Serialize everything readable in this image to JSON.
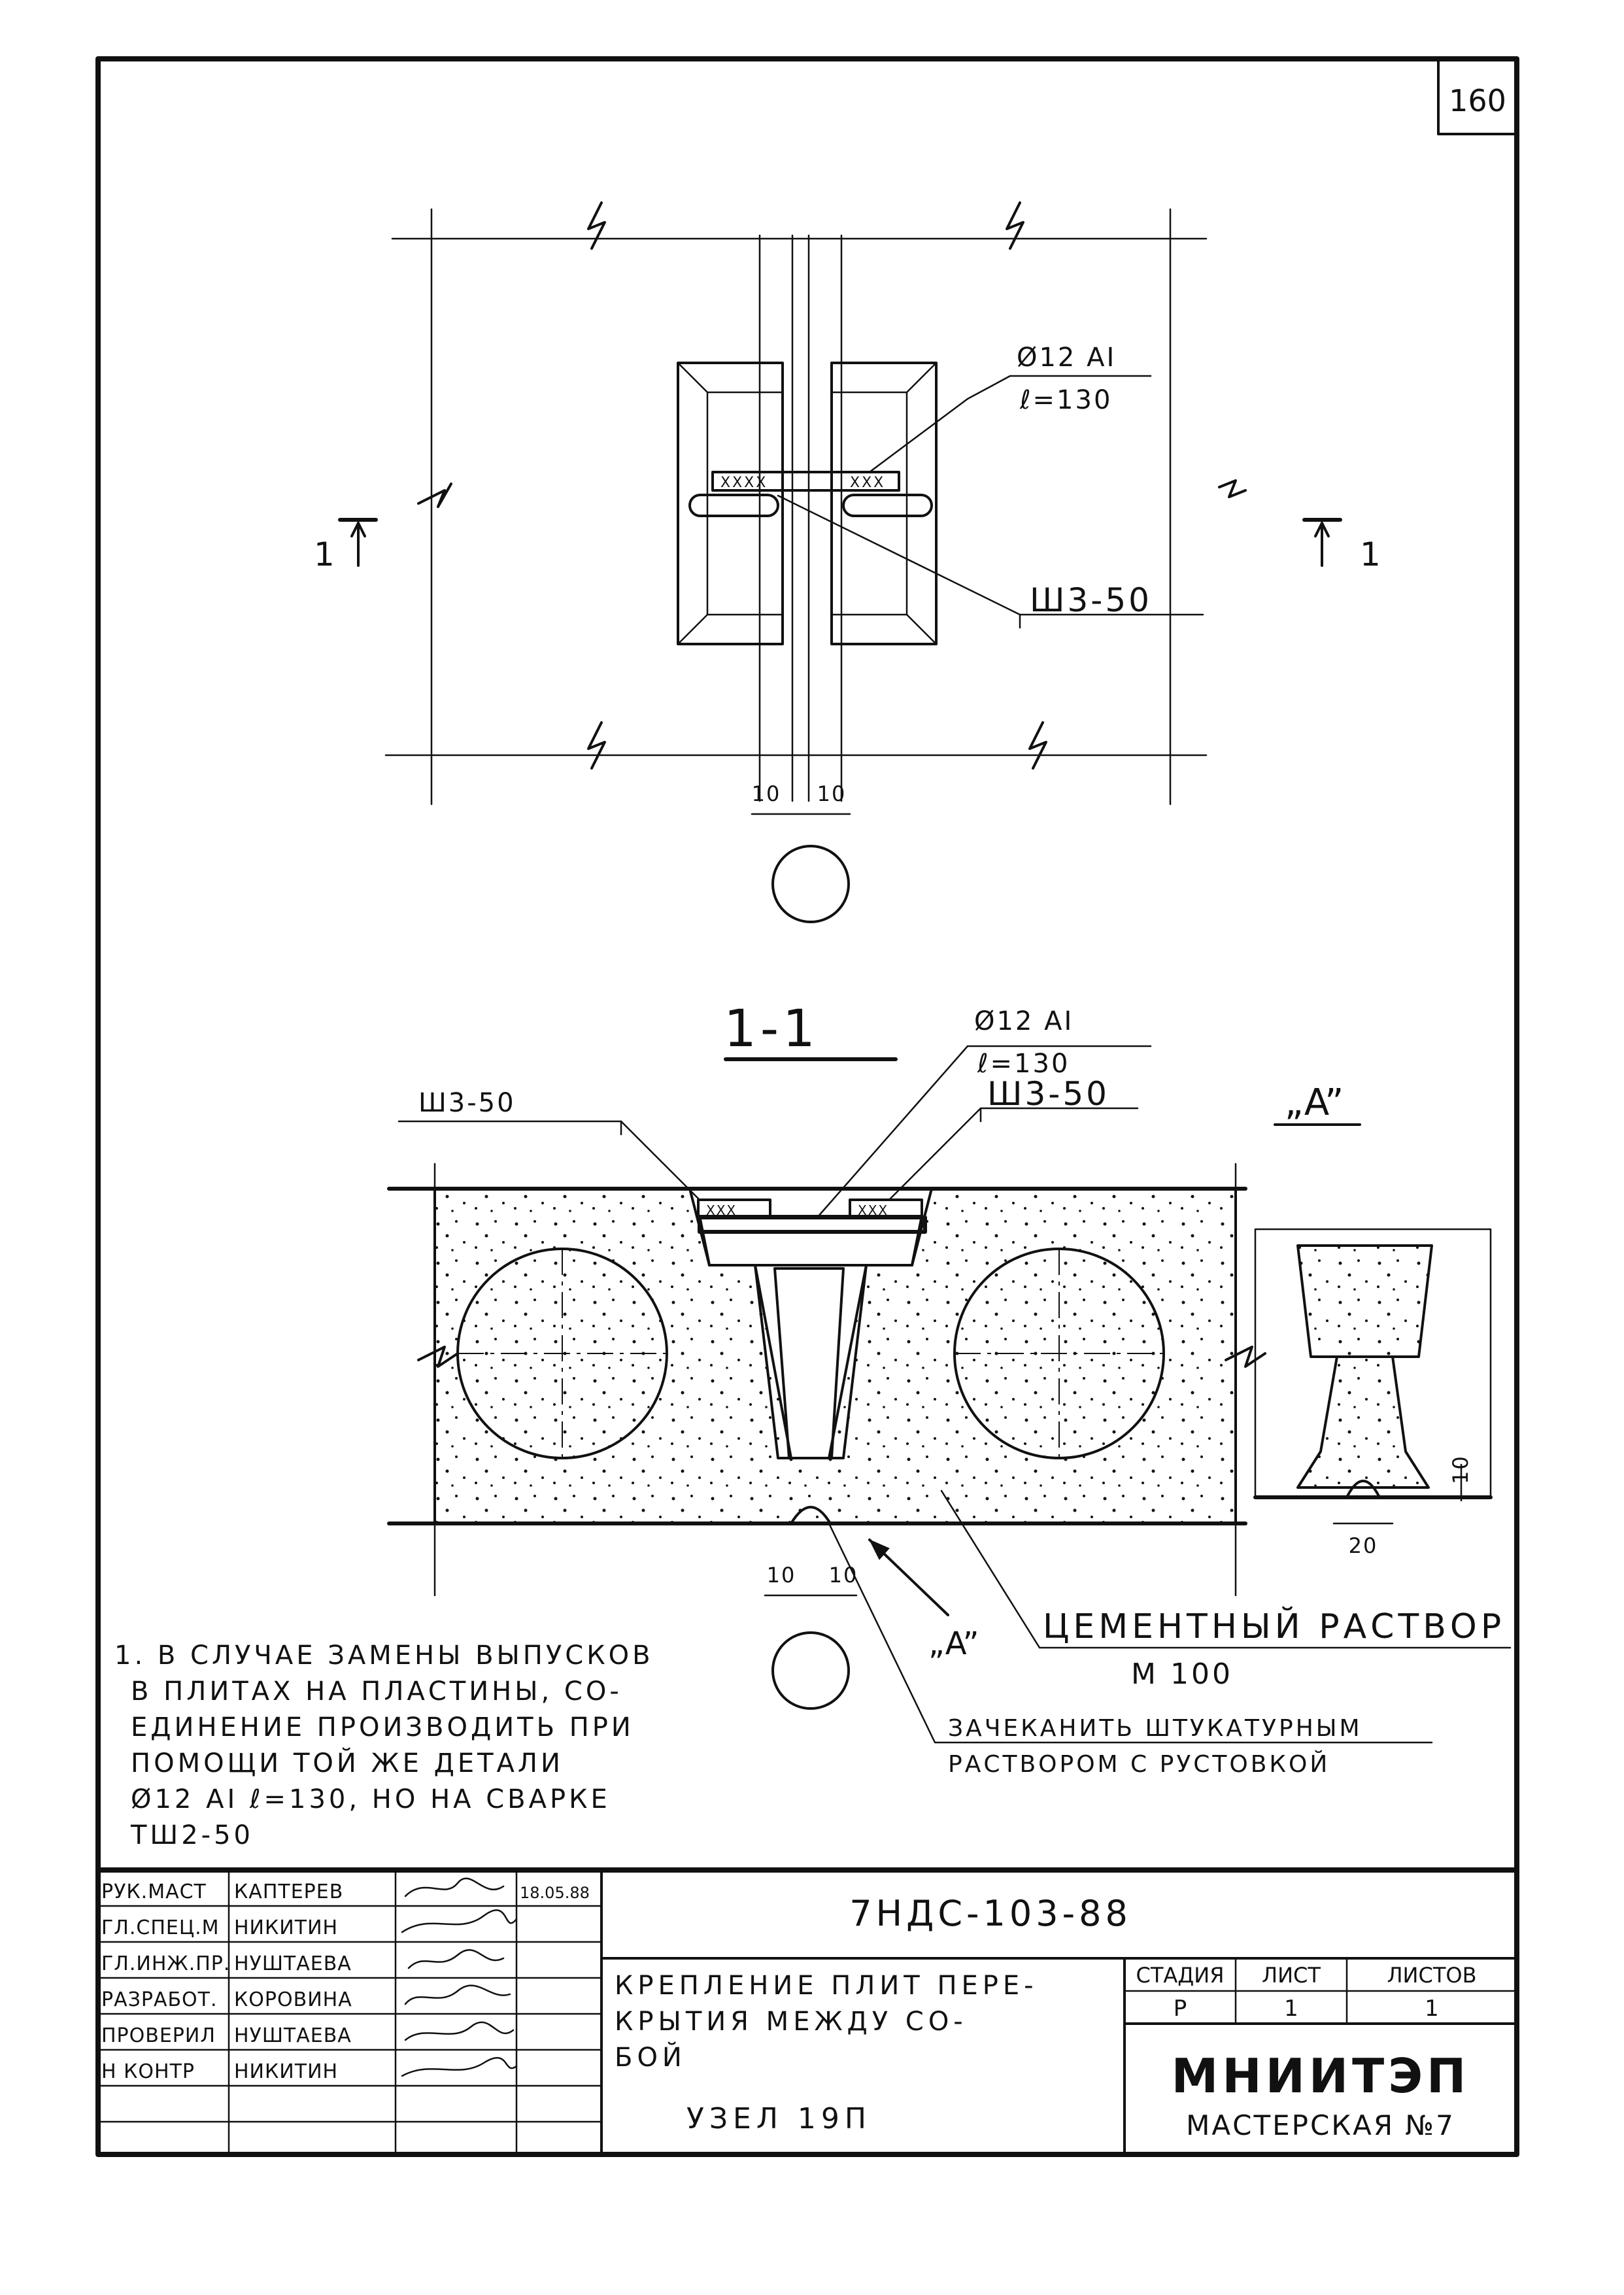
{
  "sheet_number": "160",
  "plan": {
    "rod_callout_line1": "Ø12 AI",
    "rod_callout_line2": "ℓ=130",
    "weld_callout": "Ш3-50",
    "section_mark_left": "1",
    "section_mark_right": "1",
    "dim_left": "10",
    "dim_right": "10"
  },
  "section": {
    "title": "1-1",
    "rod_callout_line1": "Ø12 AI",
    "rod_callout_line2": "ℓ=130",
    "weld_callout_left": "Ш3-50",
    "weld_callout_right": "Ш3-50",
    "dim_left": "10",
    "dim_right": "10",
    "view_marker": "„A”"
  },
  "detail_a": {
    "title": "„A”",
    "dim_height": "10",
    "dim_width": "20"
  },
  "callouts": {
    "mortar_line1": "ЦЕМЕНТНЫЙ РАСТВОР",
    "mortar_line2": "М 100",
    "caulk_line1": "ЗАЧЕКАНИТЬ ШТУКАТУРНЫМ",
    "caulk_line2": "РАСТВОРОМ С РУСТОВКОЙ"
  },
  "notes": [
    "1. В СЛУЧАЕ ЗАМЕНЫ ВЫПУСКОВ",
    "В ПЛИТАХ НА ПЛАСТИНЫ, СО-",
    "ЕДИНЕНИЕ ПРОИЗВОДИТЬ ПРИ",
    "ПОМОЩИ ТОЙ ЖЕ ДЕТАЛИ",
    "Ø12 AI ℓ=130, НО НА СВАРКЕ",
    "ТШ2-50"
  ],
  "title_block": {
    "roles": [
      "РУК.МАСТ",
      "ГЛ.СПЕЦ.М",
      "ГЛ.ИНЖ.ПР.",
      "РАЗРАБОТ.",
      "ПРОВЕРИЛ",
      "Н КОНТР"
    ],
    "names": [
      "КАПТЕРЕВ",
      "НИКИТИН",
      "НУШТАЕВА",
      "КОРОВИНА",
      "НУШТАЕВА",
      "НИКИТИН"
    ],
    "date": "18.05.88",
    "document_code": "7НДС-103-88",
    "title_line1": "КРЕПЛЕНИЕ ПЛИТ ПЕРЕ-",
    "title_line2": "КРЫТИЯ МЕЖДУ СО-",
    "title_line3": "БОЙ",
    "title_line4": "УЗЕЛ 19П",
    "stage_header": "СТАДИЯ",
    "sheet_header": "ЛИСТ",
    "sheets_header": "ЛИСТОВ",
    "stage_value": "Р",
    "sheet_value": "1",
    "sheets_value": "1",
    "org_name": "МНИИТЭП",
    "workshop": "МАСТЕРСКАЯ №7"
  }
}
